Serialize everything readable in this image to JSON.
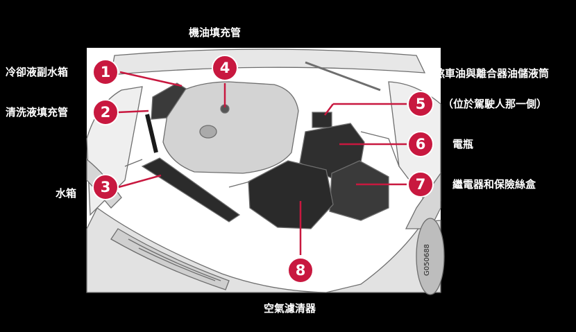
{
  "labels": {
    "oil_filler": "機油填充管",
    "coolant_tank": "冷卻液副水箱",
    "washer_filler": "清洗液填充管",
    "radiator": "水箱",
    "brake_clutch_line1": "煞車油與離合器油儲液筒",
    "brake_clutch_line2": "（位於駕駛人那一側）",
    "battery": "電瓶",
    "relay_fuse": "繼電器和保險絲盒",
    "air_filter": "空氣濾清器"
  },
  "markers": [
    "1",
    "2",
    "3",
    "4",
    "5",
    "6",
    "7",
    "8"
  ],
  "image_code": "G050688",
  "colors": {
    "background": "#000000",
    "marker": "#c8183f",
    "label_text": "#ffffff"
  }
}
